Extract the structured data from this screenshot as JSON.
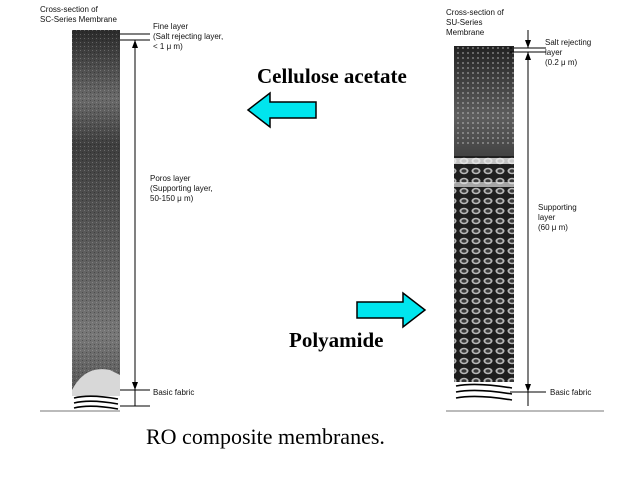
{
  "left_panel": {
    "title": "Cross-section of\nSC-Series Membrane",
    "fine_layer": "Fine layer\n(Salt rejecting layer,\n< 1 μ m)",
    "porous_layer": "Poros layer\n(Supporting layer,\n50-150 μ m)",
    "basic_fabric": "Basic fabric"
  },
  "right_panel": {
    "title": "Cross-section of\nSU-Series\nMembrane",
    "salt_layer": "Salt rejecting\nlayer\n(0.2 μ m)",
    "supporting_layer": "Supporting\nlayer\n(60 μ m)",
    "basic_fabric": "Basic fabric"
  },
  "labels": {
    "cellulose_acetate": "Cellulose acetate",
    "polyamide": "Polyamide"
  },
  "caption": "RO composite membranes.",
  "colors": {
    "arrow_fill": "#00e5ee",
    "arrow_stroke": "#000000"
  }
}
